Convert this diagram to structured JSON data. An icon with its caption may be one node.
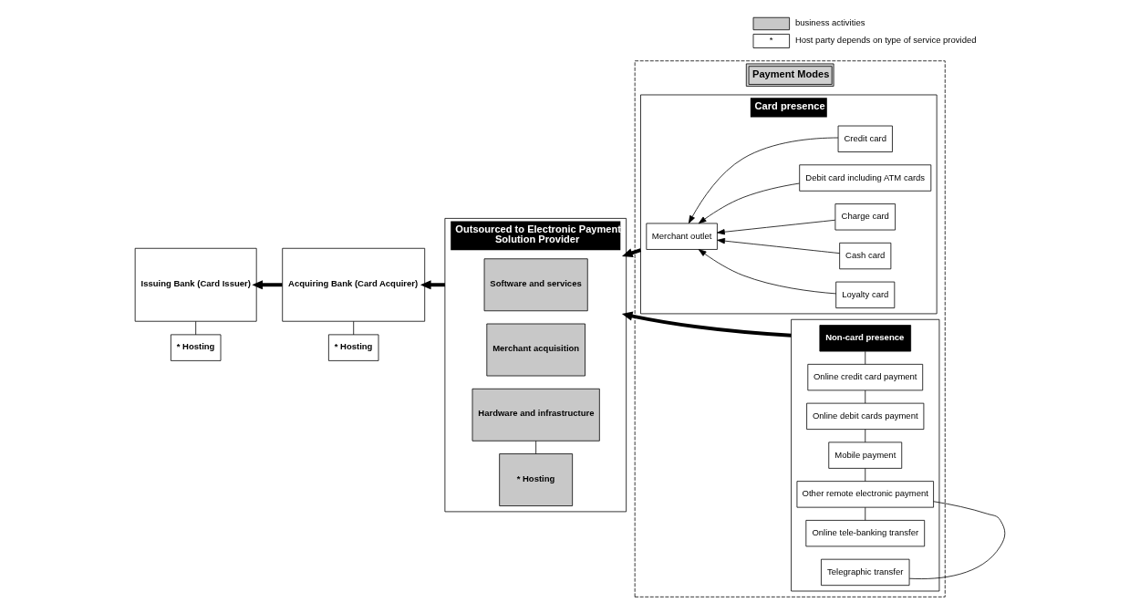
{
  "diagram": {
    "nodes": [
      {
        "text": [
          "Issuing Bank (Card Issuer)"
        ]
      },
      {
        "text": [
          "* Hosting"
        ]
      },
      {
        "text": [
          "Acquiring Bank (Card Acquirer)"
        ]
      },
      {
        "text": [
          "* Hosting"
        ]
      },
      {
        "text": [
          "Outsourced to Electronic Payment Solution Provider"
        ]
      },
      {
        "text": [
          "Software and services"
        ],
        "in": 4
      },
      {
        "text": [
          "Hardware and infrastructure"
        ],
        "in": 4
      },
      {
        "text": [
          "Merchant acquisition"
        ],
        "in": 4
      },
      {
        "text": [
          "* Hosting"
        ],
        "in": 4
      },
      {
        "text": [
          "Payment Modes"
        ]
      },
      {
        "text": [
          "Card presence"
        ],
        "in": 9
      },
      {
        "text": [
          "Merchant outlet"
        ],
        "in": 10
      },
      {
        "text": [
          "Credit card"
        ],
        "in": 10
      },
      {
        "text": [
          "Debit card including ATM cards"
        ],
        "in": 10
      },
      {
        "text": [
          "Charge card"
        ],
        "in": 10
      },
      {
        "text": [
          "Cash card"
        ],
        "in": 10
      },
      {
        "text": [
          "Loyalty card"
        ],
        "in": 10
      },
      {
        "text": [],
        "shape": "box",
        "in": 9
      },
      {
        "text": [
          "Non-card presence"
        ],
        "in": 17
      },
      {
        "text": [
          "Online credit card payment"
        ],
        "in": 17
      },
      {
        "text": [
          "Online debit cards payment"
        ],
        "in": 17
      },
      {
        "text": [
          "Mobile payment"
        ],
        "in": 17
      },
      {
        "text": [
          "Other remote electronic payment"
        ],
        "in": 17
      },
      {
        "text": [
          "Online tele-banking transfer"
        ],
        "in": 17
      },
      {
        "text": [
          "Telegraphic transfer"
        ],
        "in": 17
      }
    ],
    "edges": [
      {
        "from": 2,
        "to": 0,
        "arrow": "to",
        "style": "thick"
      },
      {
        "from": 4,
        "to": 2,
        "arrow": "to",
        "style": "thick"
      },
      {
        "from": 10,
        "to": 4,
        "arrow": "to",
        "style": "thick"
      },
      {
        "from": 17,
        "to": 4,
        "arrow": "to",
        "style": "thick"
      },
      {
        "from": 0,
        "to": 1,
        "arrow": "none"
      },
      {
        "from": 2,
        "to": 3,
        "arrow": "none"
      },
      {
        "from": 6,
        "to": 8,
        "arrow": "none"
      },
      {
        "from": 12,
        "to": 11,
        "arrow": "to"
      },
      {
        "from": 13,
        "to": 11,
        "arrow": "to"
      },
      {
        "from": 14,
        "to": 11,
        "arrow": "to"
      },
      {
        "from": 15,
        "to": 11,
        "arrow": "to"
      },
      {
        "from": 16,
        "to": 11,
        "arrow": "to"
      },
      {
        "from": 18,
        "to": 19,
        "arrow": "none"
      },
      {
        "from": 19,
        "to": 20,
        "arrow": "none"
      },
      {
        "from": 20,
        "to": 21,
        "arrow": "none"
      },
      {
        "from": 21,
        "to": 22,
        "arrow": "none"
      },
      {
        "from": 22,
        "to": 23,
        "arrow": "none"
      },
      {
        "from": 22,
        "to": 24,
        "arrow": "none"
      }
    ],
    "labels": [
      "*"
    ],
    "legend": [
      {
        "text": "business activities"
      },
      {
        "text": "Host party depends on type of service provided"
      }
    ]
  }
}
